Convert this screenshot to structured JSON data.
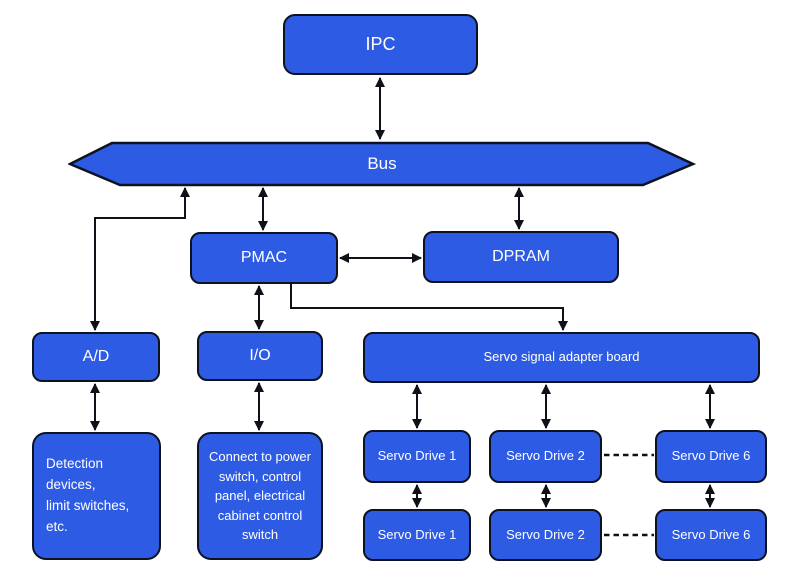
{
  "colors": {
    "node_fill": "#2d5be4",
    "node_border": "#0c1220",
    "node_text": "#ffffff",
    "connector": "#101018",
    "background": "#ffffff"
  },
  "nodes": {
    "ipc": "IPC",
    "bus": "Bus",
    "pmac": "PMAC",
    "dpram": "DPRAM",
    "ad": "A/D",
    "io": "I/O",
    "adapter": "Servo signal adapter board",
    "detection": "Detection devices,\nlimit switches, etc.",
    "connect": "Connect to power\nswitch, control\npanel, electrical\ncabinet control\nswitch",
    "drives_top": [
      "Servo Drive 1",
      "Servo Drive 2",
      "Servo Drive 6"
    ],
    "drives_bottom": [
      "Servo Drive 1",
      "Servo Drive 2",
      "Servo Drive 6"
    ]
  }
}
